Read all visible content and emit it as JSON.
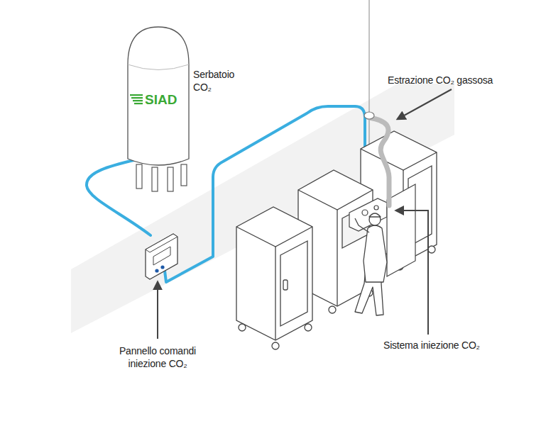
{
  "diagram": {
    "nodes": [
      {
        "text": [
          "SIAD",
          "Serbatoio CO₂"
        ]
      }
    ],
    "labels": [
      "Estrazione CO₂ gassosa",
      "Sistema iniezione CO₂",
      "Pannello comandi iniezione CO₂"
    ]
  }
}
